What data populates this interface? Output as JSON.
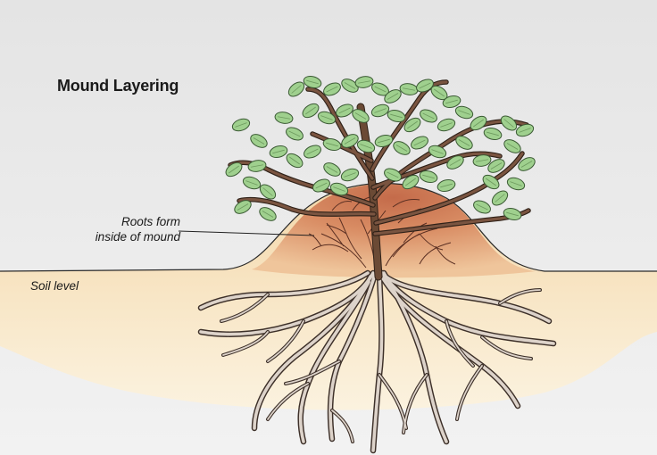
{
  "title": "Mound Layering",
  "labels": {
    "roots_line1": "Roots form",
    "roots_line2": "inside of mound",
    "soil": "Soil level"
  },
  "colors": {
    "background_page": "#dcdcdc",
    "soil_light": "#f7e7c4",
    "soil_dark": "#e8b27a",
    "mound_top": "#c97a58",
    "mound_base": "#e7b48a",
    "root": "#d9cfc6",
    "root_outline": "#3d3029",
    "stem": "#6b4a35",
    "leaf": "#9fd08e",
    "leaf_outline": "#3b5a34"
  }
}
